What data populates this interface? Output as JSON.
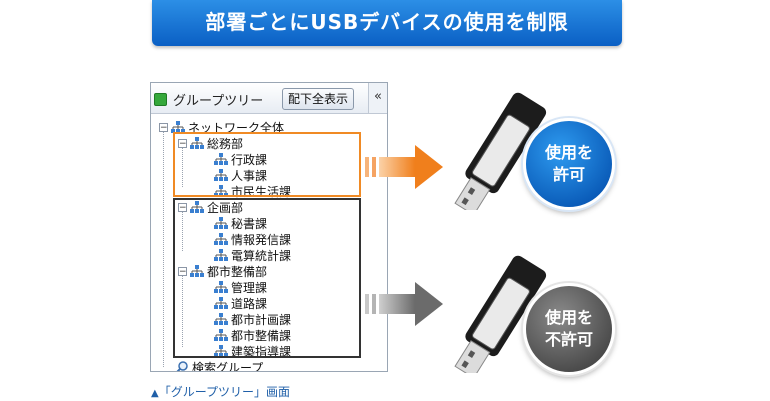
{
  "banner": {
    "title": "部署ごとにUSBデバイスの使用を制限"
  },
  "panel": {
    "title": "グループツリー",
    "show_all_button": "配下全表示",
    "collapse_glyph": "«"
  },
  "tree": {
    "root": "ネットワーク全体",
    "groups": [
      {
        "name": "総務部",
        "children": [
          "行政課",
          "人事課",
          "市民生活課"
        ]
      },
      {
        "name": "企画部",
        "children": [
          "秘書課",
          "情報発信課",
          "電算統計課"
        ]
      },
      {
        "name": "都市整備部",
        "children": [
          "管理課",
          "道路課",
          "都市計画課",
          "都市整備課",
          "建築指導課"
        ]
      }
    ],
    "search_group": "検索グループ"
  },
  "caption": {
    "marker": "▲",
    "text": "「グループツリー」画面"
  },
  "badges": {
    "allow_line1": "使用を",
    "allow_line2": "許可",
    "deny_line1": "使用を",
    "deny_line2": "不許可"
  },
  "colors": {
    "banner": "#1473d6",
    "allow": "#0a6fd0",
    "deny": "#555555",
    "orange": "#f08a24"
  }
}
